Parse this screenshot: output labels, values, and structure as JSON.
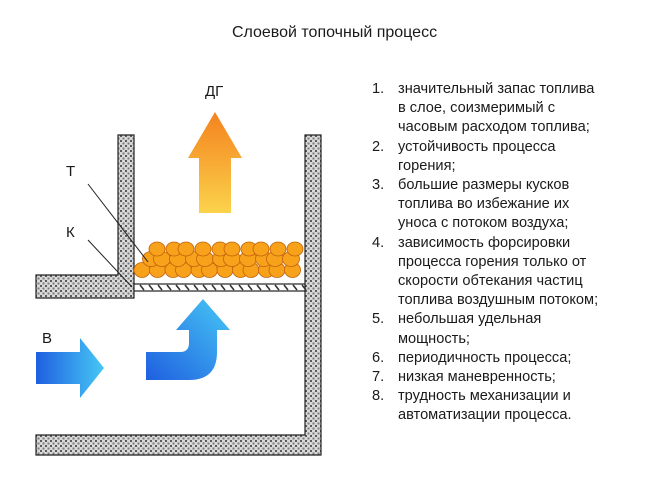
{
  "title": "Слоевой топочный процесс",
  "labels": {
    "flue_gas": "ДГ",
    "fuel": "Т",
    "grate": "К",
    "air": "В"
  },
  "colors": {
    "fuel_fill": "#f7a21a",
    "fuel_stroke": "#c2620a",
    "hot_arrow_top": "#f4821f",
    "hot_arrow_bottom": "#fbd34b",
    "cold_arrow_dark": "#1f5fe0",
    "cold_arrow_light": "#47c8f5",
    "wall_hatch": "#555555"
  },
  "properties": [
    {
      "num": "1.",
      "text": "значительный запас топлива\nв слое, соизмеримый с\nчасовым расходом топлива;"
    },
    {
      "num": "2.",
      "text": "устойчивость процесса\nгорения;"
    },
    {
      "num": "3.",
      "text": "большие размеры кусков\nтоплива во избежание их\nуноса с потоком воздуха;"
    },
    {
      "num": "4.",
      "text": "зависимость форсировки\nпроцесса горения только от\nскорости обтекания частиц\nтоплива воздушным потоком;"
    },
    {
      "num": "5.",
      "text": "небольшая удельная\nмощность;"
    },
    {
      "num": "6.",
      "text": "периодичность процесса;"
    },
    {
      "num": "7.",
      "text": "низкая маневренность;"
    },
    {
      "num": "8.",
      "text": "трудность механизации и\nавтоматизации процесса."
    }
  ]
}
